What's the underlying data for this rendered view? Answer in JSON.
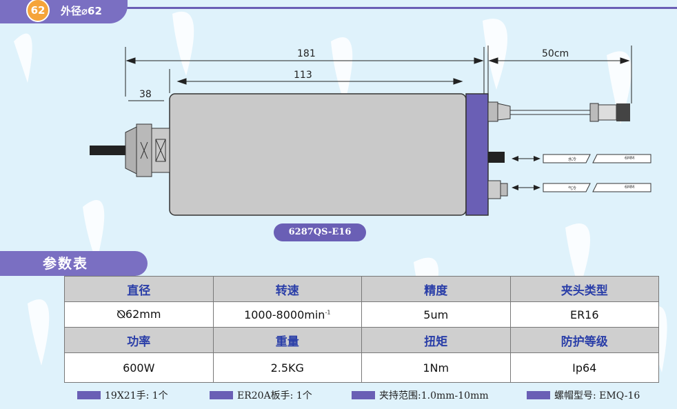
{
  "header": {
    "badge": "62",
    "title": "外径⌀62"
  },
  "drawing": {
    "dim_total": "181",
    "dim_body": "113",
    "dim_nose": "38",
    "dim_cable": "50cm",
    "water_label": "水冷",
    "water_size": "6MM",
    "air_label": "气冷",
    "air_size": "6MM",
    "model": "6287QS-E16"
  },
  "params_title": "参数表",
  "spec_table": {
    "row1_headers": [
      "直径",
      "转速",
      "精度",
      "夹头类型"
    ],
    "row1_values": [
      "⦰62mm",
      "1000-8000min",
      "5um",
      "ER16"
    ],
    "speed_sup": "-1",
    "row2_headers": [
      "功率",
      "重量",
      "扭矩",
      "防护等级"
    ],
    "row2_values": [
      "600W",
      "2.5KG",
      "1Nm",
      "Ip64"
    ]
  },
  "accessories": [
    "19X21手: 1个",
    "ER20A板手: 1个",
    "夹持范围:1.0mm-10mm",
    "螺帽型号: EMQ-16"
  ],
  "colors": {
    "purple": "#6a5fb5",
    "orange": "#f5a43a",
    "header_text": "#2a3ea8"
  }
}
